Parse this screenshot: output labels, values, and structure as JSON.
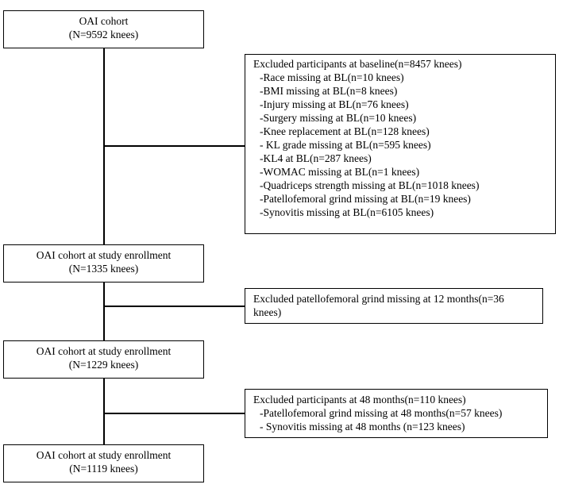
{
  "flowchart": {
    "main_boxes": [
      {
        "title": "OAI cohort",
        "count": "(N=9592 knees)"
      },
      {
        "title": "OAI cohort at study enrollment",
        "count": "(N=1335 knees)"
      },
      {
        "title": "OAI cohort at study enrollment",
        "count": "(N=1229 knees)"
      },
      {
        "title": "OAI cohort at study enrollment",
        "count": "(N=1119 knees)"
      }
    ],
    "exclusion_boxes": [
      {
        "title": "Excluded participants at baseline(n=8457 knees)",
        "items": [
          "-Race missing at BL(n=10 knees)",
          "-BMI missing at BL(n=8 knees)",
          "-Injury missing at BL(n=76 knees)",
          "-Surgery missing at BL(n=10 knees)",
          "-Knee replacement at BL(n=128 knees)",
          "- KL grade missing at BL(n=595 knees)",
          "-KL4 at BL(n=287 knees)",
          "-WOMAC missing at BL(n=1 knees)",
          "-Quadriceps strength missing at BL(n=1018 knees)",
          "-Patellofemoral grind missing at BL(n=19 knees)",
          "-Synovitis missing at BL(n=6105 knees)"
        ]
      },
      {
        "title_line1": "Excluded patellofemoral grind missing at 12 months(n=36",
        "title_line2": "knees)"
      },
      {
        "title": "Excluded participants at 48 months(n=110 knees)",
        "items": [
          "-Patellofemoral grind missing at 48 months(n=57 knees)",
          "- Synovitis missing at 48 months (n=123 knees)"
        ]
      }
    ]
  }
}
